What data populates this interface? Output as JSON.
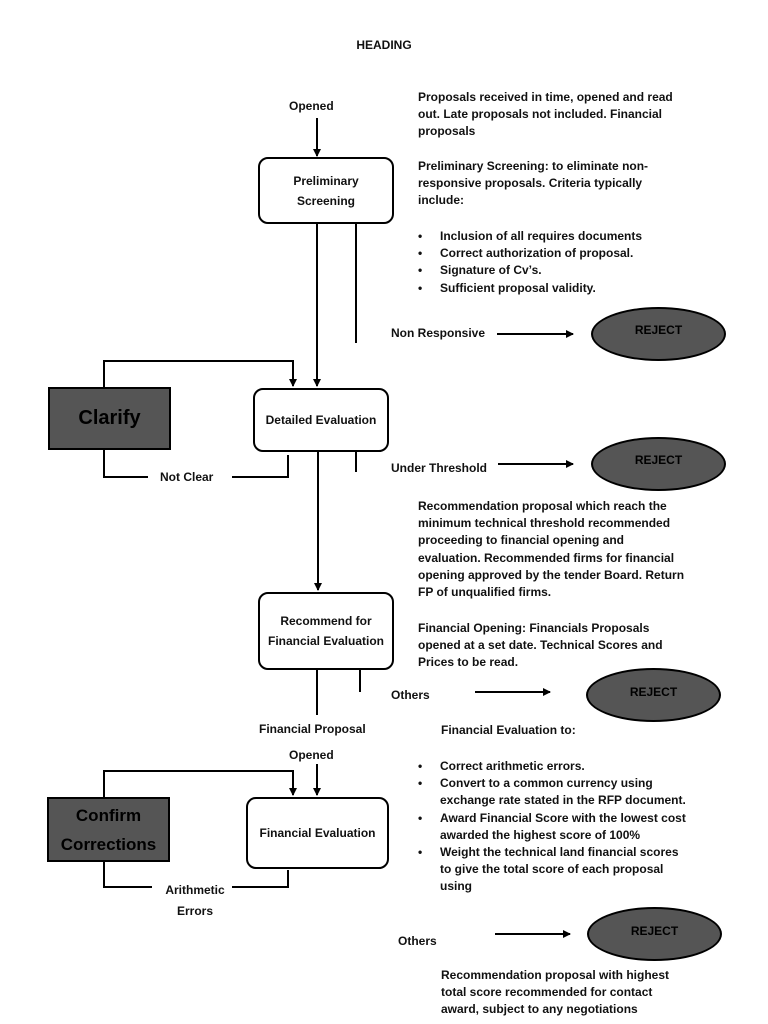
{
  "heading": "HEADING",
  "flow": {
    "opened_1": "Opened",
    "preliminary_screening": "Preliminary Screening",
    "detailed_evaluation": "Detailed Evaluation",
    "recommend_financial": "Recommend for Financial Evaluation",
    "financial_proposal": "Financial Proposal",
    "opened_2": "Opened",
    "financial_evaluation": "Financial Evaluation",
    "clarify": "Clarify",
    "not_clear": "Not Clear",
    "confirm_corrections": "Confirm Corrections",
    "arithmetic_errors": "Arithmetic Errors",
    "non_responsive": "Non Responsive",
    "under_threshold": "Under Threshold",
    "others_1": "Others",
    "others_2": "Others",
    "reject": "REJECT"
  },
  "notes": {
    "proposals_received": "Proposals received in time, opened and read out. Late proposals not included. Financial proposals",
    "preliminary_intro": "Preliminary Screening: to eliminate non-responsive proposals. Criteria typically include:",
    "preliminary_bullets": [
      "Inclusion of all requires documents",
      "Correct authorization of proposal.",
      "Signature of Cv’s.",
      "Sufficient proposal validity."
    ],
    "recommendation_threshold": "Recommendation proposal which reach the minimum technical threshold recommended proceeding to financial opening and evaluation. Recommended firms for financial opening approved by the tender Board. Return FP of unqualified firms.",
    "financial_opening": "Financial Opening: Financials Proposals opened at a set date. Technical Scores and Prices to be read.",
    "financial_eval_title": "Financial Evaluation to:",
    "financial_eval_bullets": [
      "Correct arithmetic errors.",
      "Convert to a common currency using exchange rate stated in the RFP document.",
      "Award Financial Score with the lowest cost awarded the highest score of 100%",
      "Weight the technical land financial scores to give the total score of each proposal using"
    ],
    "final_recommendation": "Recommendation proposal with highest total score recommended for contact award, subject to any negotiations"
  }
}
